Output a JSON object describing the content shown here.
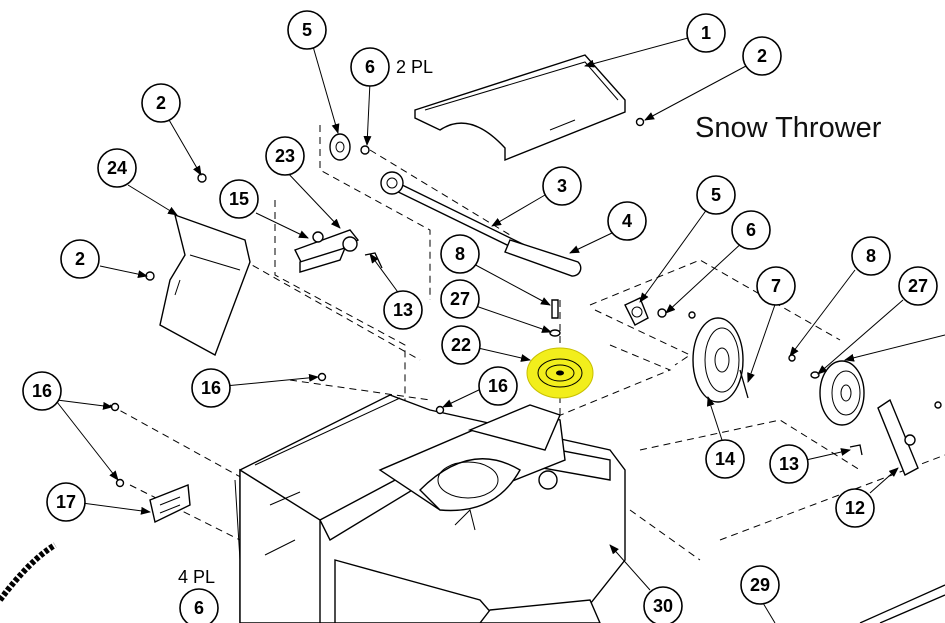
{
  "title": "Snow Thrower",
  "highlight_color": "#f2ee1c",
  "notes": [
    {
      "id": "note-2pl",
      "text": "2 PL"
    },
    {
      "id": "note-4pl",
      "text": "4 PL"
    }
  ],
  "callouts": [
    "1",
    "2",
    "2",
    "2",
    "3",
    "4",
    "5",
    "5",
    "6",
    "6",
    "6",
    "7",
    "8",
    "8",
    "12",
    "13",
    "13",
    "14",
    "15",
    "16",
    "16",
    "16",
    "17",
    "22",
    "23",
    "24",
    "27",
    "27",
    "29",
    "30"
  ]
}
